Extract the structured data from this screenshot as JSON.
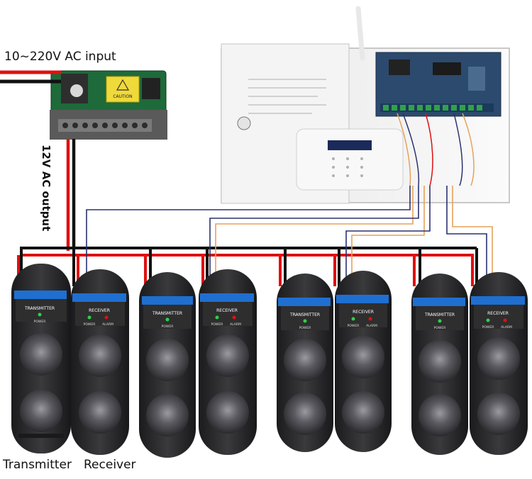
{
  "labels": {
    "ac_input": "10~220V AC input",
    "ac_output": "12V AC output",
    "transmitter": "Transmitter",
    "receiver": "Receiver"
  },
  "device_text": {
    "transmitter_board": "TRANSMITTER",
    "transmitter_led": "POWER",
    "receiver_board": "RECEIVER",
    "receiver_led_power": "POWER",
    "receiver_led_alarm": "ALARM",
    "psu_sticker": "CAUTION"
  },
  "colors": {
    "power_red": "#e01010",
    "ground_black": "#111111",
    "signal_orange": "#e6a25a",
    "signal_navy": "#2a3170",
    "sensor_body": "#2a2a2c",
    "panel_grey": "#f1f1f1",
    "pcb_blue": "#2c4a6e",
    "terminal_blue": "#1f6fd0"
  },
  "sensor_pairs": 4
}
